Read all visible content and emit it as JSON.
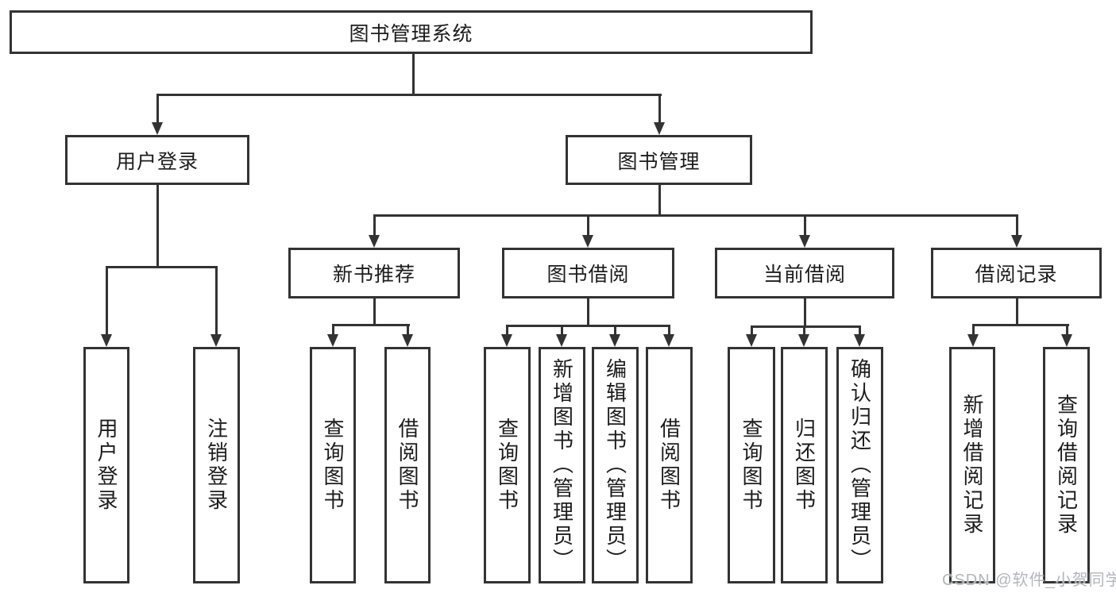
{
  "watermark": "CSDN @软件_小贺同学",
  "colors": {
    "line": "#333333",
    "text": "#1c1c1c",
    "background": "#ffffff",
    "watermark_text": "#b2b6bc"
  },
  "tree": {
    "root": {
      "label": "图书管理系统"
    },
    "branches": [
      {
        "label": "用户登录",
        "children": [
          {
            "label": "用户登录"
          },
          {
            "label": "注销登录"
          }
        ]
      },
      {
        "label": "图书管理",
        "children": [
          {
            "label": "新书推荐",
            "children": [
              {
                "label": "查询图书"
              },
              {
                "label": "借阅图书"
              }
            ]
          },
          {
            "label": "图书借阅",
            "children": [
              {
                "label": "查询图书"
              },
              {
                "label": "新增图书（管理员）"
              },
              {
                "label": "编辑图书（管理员）"
              },
              {
                "label": "借阅图书"
              }
            ]
          },
          {
            "label": "当前借阅",
            "children": [
              {
                "label": "查询图书"
              },
              {
                "label": "归还图书"
              },
              {
                "label": "确认归还（管理员）"
              }
            ]
          },
          {
            "label": "借阅记录",
            "children": [
              {
                "label": "新增借阅记录"
              },
              {
                "label": "查询借阅记录"
              }
            ]
          }
        ]
      }
    ]
  }
}
